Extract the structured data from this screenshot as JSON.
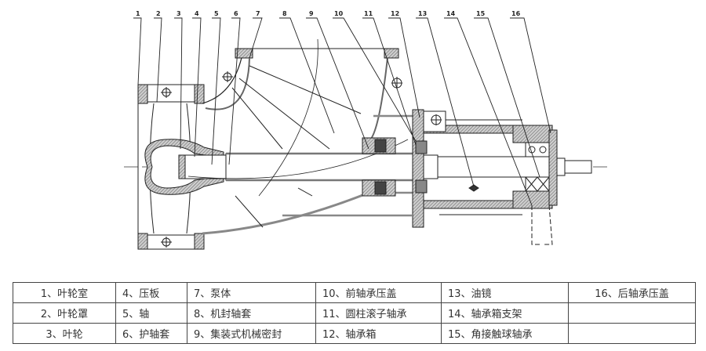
{
  "drawing": {
    "title_hidden": "",
    "callouts": [
      "1",
      "2",
      "3",
      "4",
      "5",
      "6",
      "7",
      "8",
      "9",
      "10",
      "11",
      "12",
      "13",
      "14",
      "15",
      "16"
    ],
    "colors": {
      "line": "#222222",
      "hatch": "#9a9a9a",
      "fill_dark": "#555555"
    }
  },
  "parts_table": {
    "rows": [
      [
        "1、叶轮室",
        "4、压板",
        "7、泵体",
        "10、前轴承压盖",
        "13、油镜",
        "16、后轴承压盖"
      ],
      [
        "2、叶轮罩",
        "5、轴",
        "8、机封轴套",
        "11、圆柱滚子轴承",
        "14、轴承箱支架",
        ""
      ],
      [
        "3、叶轮",
        "6、护轴套",
        "9、集装式机械密封",
        "12、轴承箱",
        "15、角接触球轴承",
        ""
      ]
    ]
  }
}
